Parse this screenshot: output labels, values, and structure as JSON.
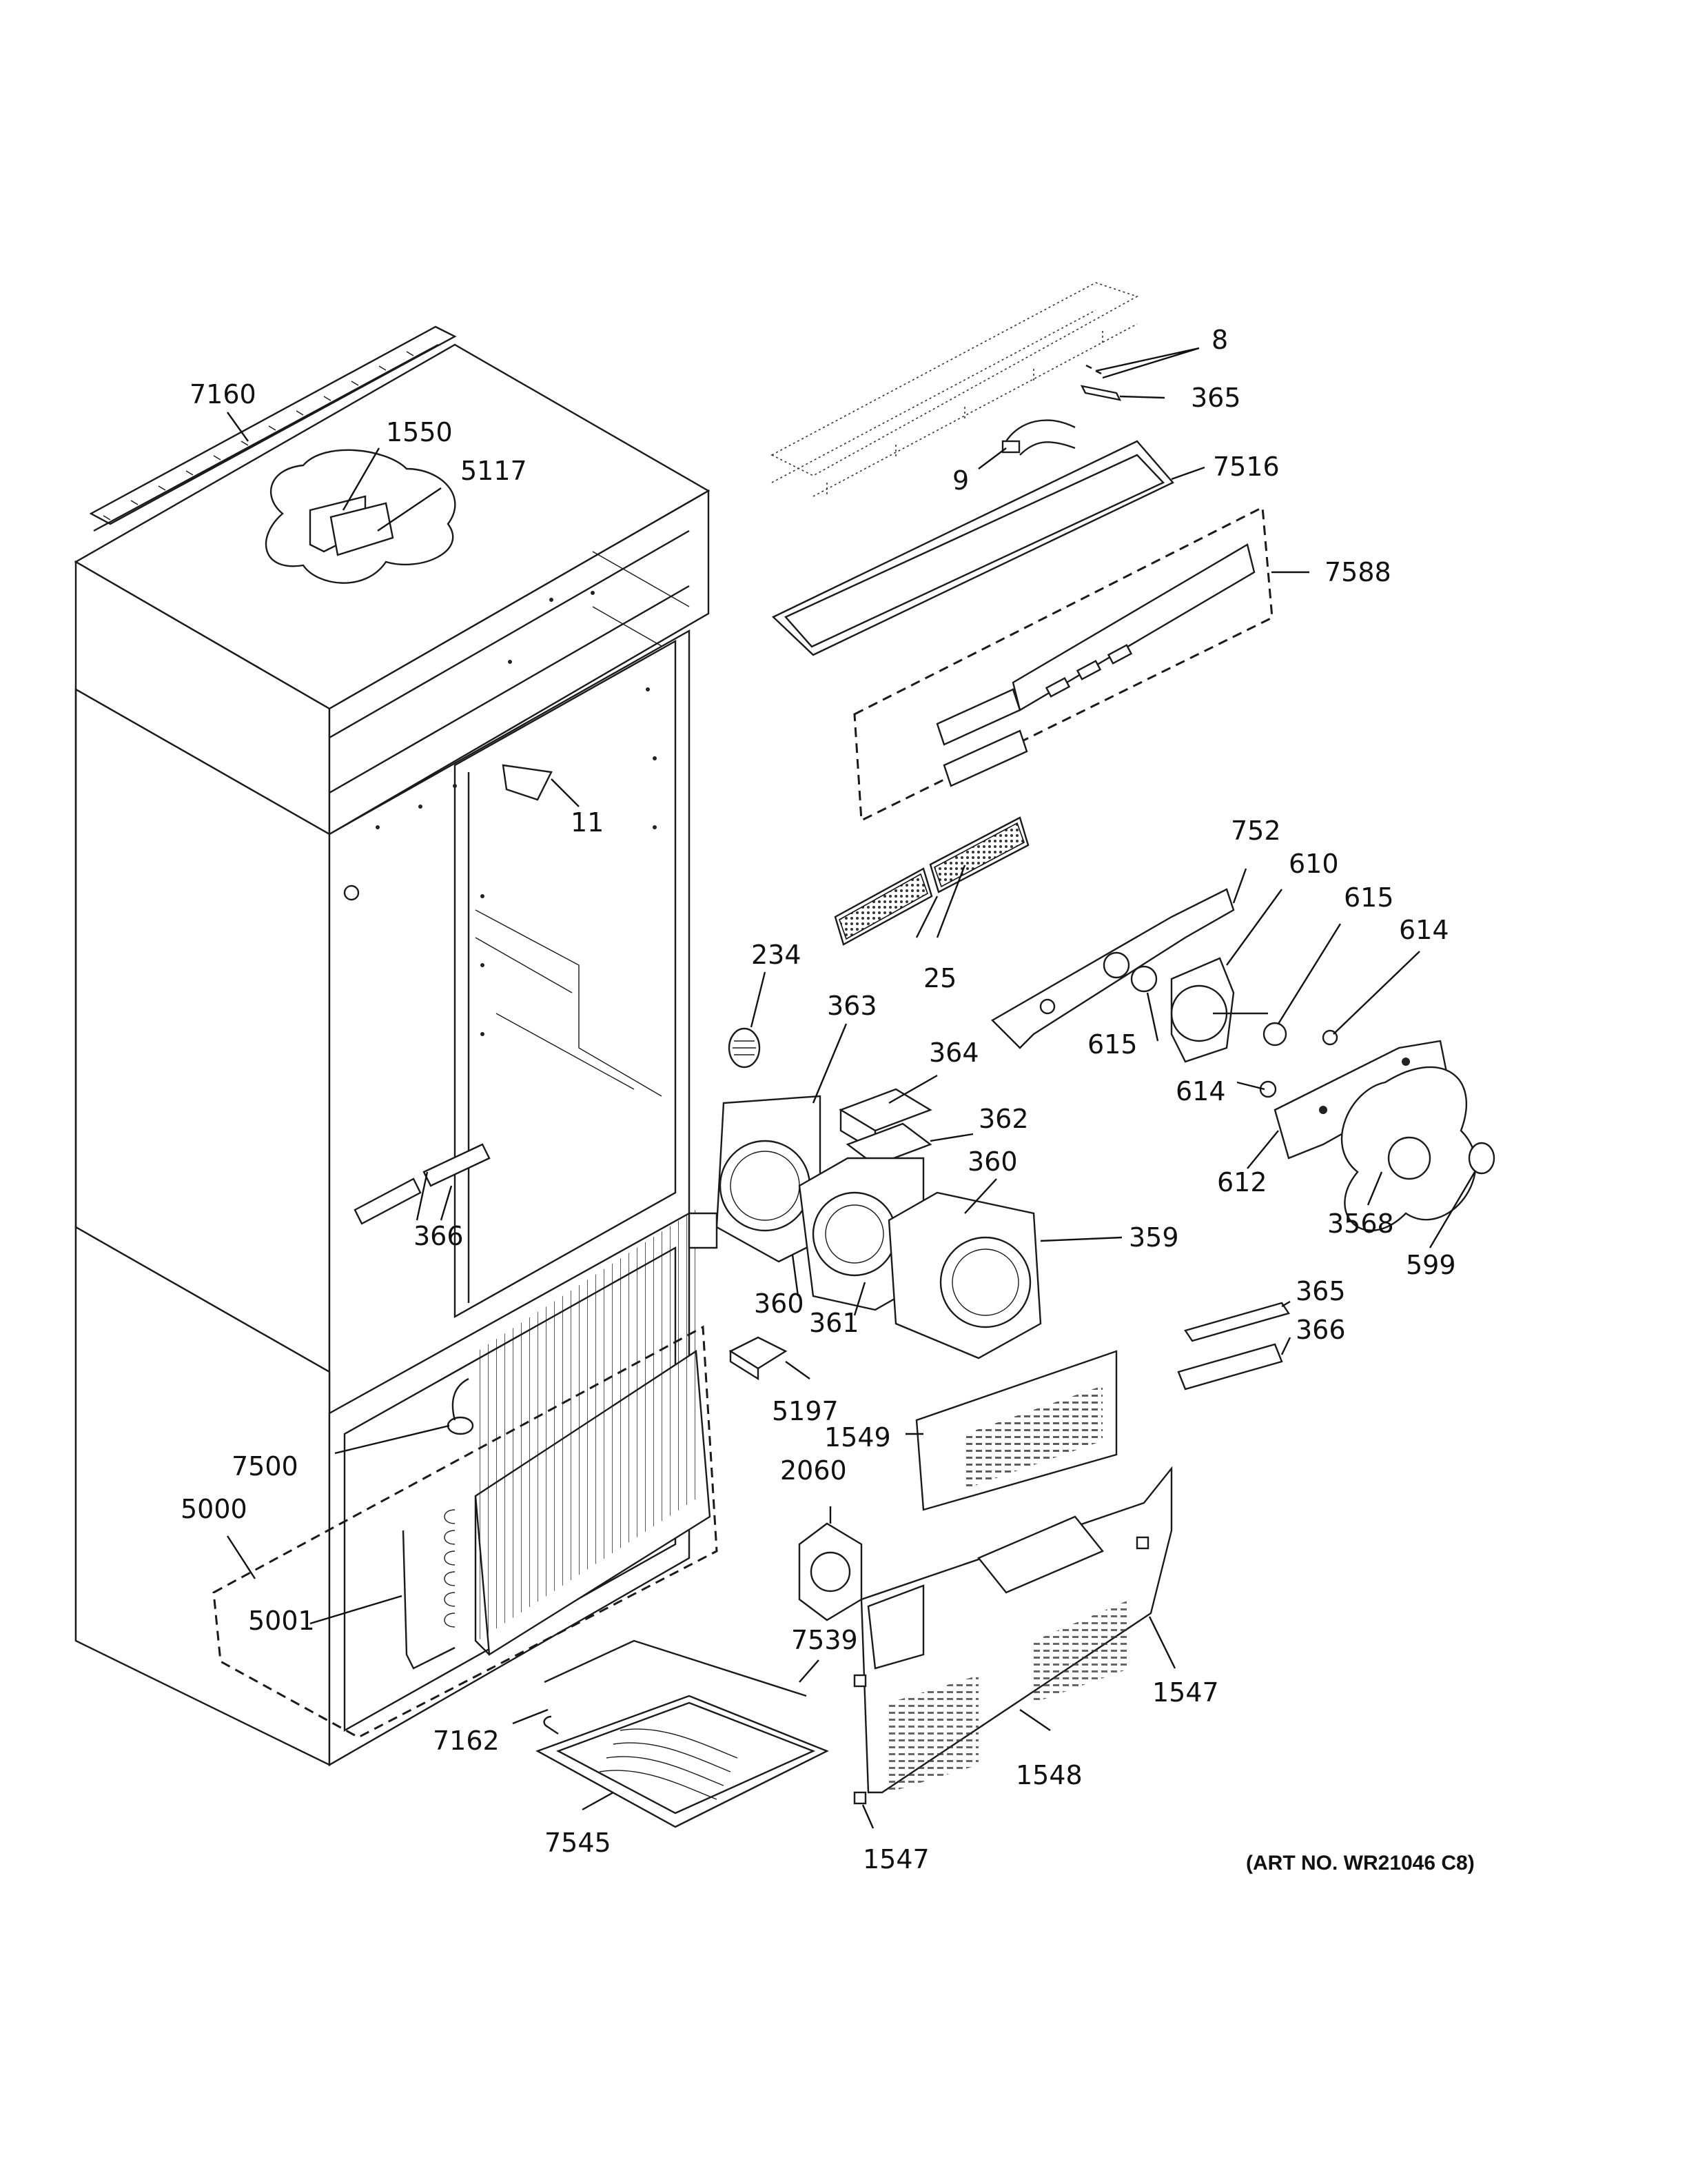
{
  "diagram": {
    "art_number": "(ART NO. WR21046 C8)",
    "parts": [
      {
        "id": "p7160",
        "label": "7160"
      },
      {
        "id": "p1550",
        "label": "1550"
      },
      {
        "id": "p5117",
        "label": "5117"
      },
      {
        "id": "p8",
        "label": "8"
      },
      {
        "id": "p365a",
        "label": "365"
      },
      {
        "id": "p9",
        "label": "9"
      },
      {
        "id": "p7516",
        "label": "7516"
      },
      {
        "id": "p7588",
        "label": "7588"
      },
      {
        "id": "p11",
        "label": "11"
      },
      {
        "id": "p752",
        "label": "752"
      },
      {
        "id": "p610",
        "label": "610"
      },
      {
        "id": "p615a",
        "label": "615"
      },
      {
        "id": "p614a",
        "label": "614"
      },
      {
        "id": "p234",
        "label": "234"
      },
      {
        "id": "p25",
        "label": "25"
      },
      {
        "id": "p363",
        "label": "363"
      },
      {
        "id": "p615b",
        "label": "615"
      },
      {
        "id": "p364",
        "label": "364"
      },
      {
        "id": "p614b",
        "label": "614"
      },
      {
        "id": "p362",
        "label": "362"
      },
      {
        "id": "p360a",
        "label": "360"
      },
      {
        "id": "p612",
        "label": "612"
      },
      {
        "id": "p3568",
        "label": "3568"
      },
      {
        "id": "p599",
        "label": "599"
      },
      {
        "id": "p359",
        "label": "359"
      },
      {
        "id": "p366a",
        "label": "366"
      },
      {
        "id": "p360b",
        "label": "360"
      },
      {
        "id": "p361",
        "label": "361"
      },
      {
        "id": "p365b",
        "label": "365"
      },
      {
        "id": "p366b",
        "label": "366"
      },
      {
        "id": "p5197",
        "label": "5197"
      },
      {
        "id": "p1549",
        "label": "1549"
      },
      {
        "id": "p7500",
        "label": "7500"
      },
      {
        "id": "p2060",
        "label": "2060"
      },
      {
        "id": "p5000",
        "label": "5000"
      },
      {
        "id": "p5001",
        "label": "5001"
      },
      {
        "id": "p7539",
        "label": "7539"
      },
      {
        "id": "p1547a",
        "label": "1547"
      },
      {
        "id": "p7162",
        "label": "7162"
      },
      {
        "id": "p1548",
        "label": "1548"
      },
      {
        "id": "p7545",
        "label": "7545"
      },
      {
        "id": "p1547b",
        "label": "1547"
      }
    ]
  }
}
